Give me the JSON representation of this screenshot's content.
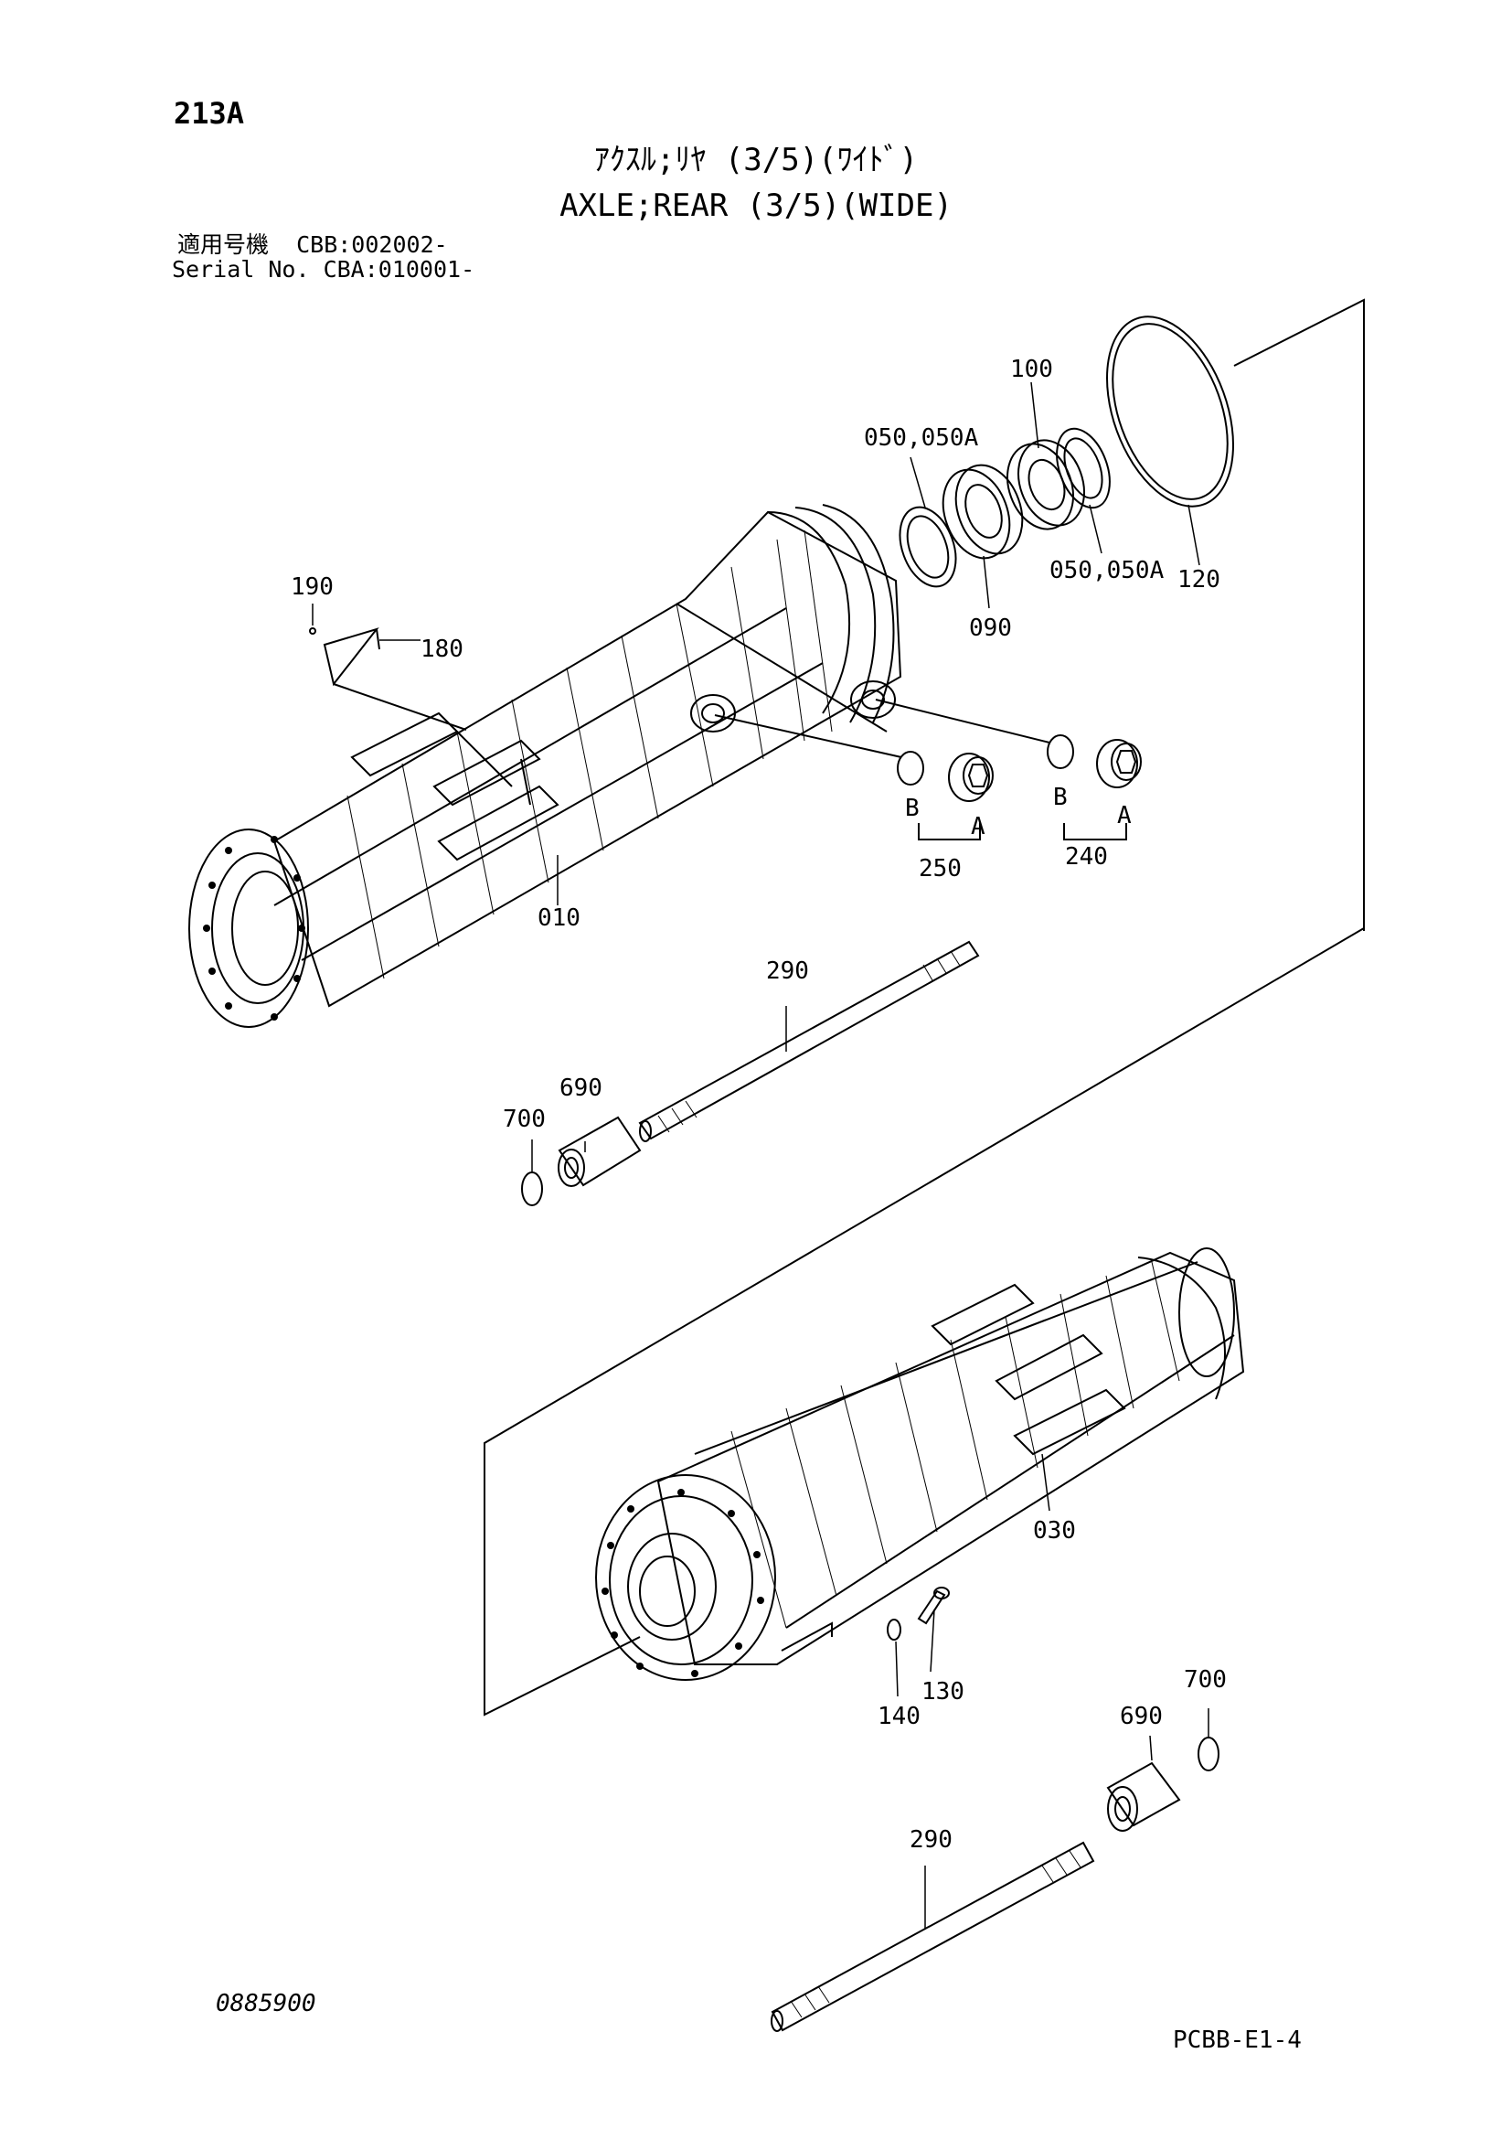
{
  "page": {
    "number": "213A",
    "title_jp": "ｱｸｽﾙ;ﾘﾔ (3/5)(ﾜｲﾄﾞ)",
    "title_en": "AXLE;REAR (3/5)(WIDE)",
    "serial_line_1": "適用号機  CBB:002002-",
    "serial_line_2": "Serial No. CBA:010001-",
    "doc_number": "0885900",
    "sheet_code": "PCBB-E1-4"
  },
  "labels": {
    "p100": "100",
    "p050a_top": "050,050A",
    "p050a_mid": "050,050A",
    "p120": "120",
    "p090": "090",
    "p190": "190",
    "p180": "180",
    "p010": "010",
    "b1": "B",
    "a1": "A",
    "p250": "250",
    "b2": "B",
    "a2": "A",
    "p240": "240",
    "p290_top": "290",
    "p690_top": "690",
    "p700_top": "700",
    "p030": "030",
    "p130": "130",
    "p140": "140",
    "p700_bot": "700",
    "p690_bot": "690",
    "p290_bot": "290"
  }
}
